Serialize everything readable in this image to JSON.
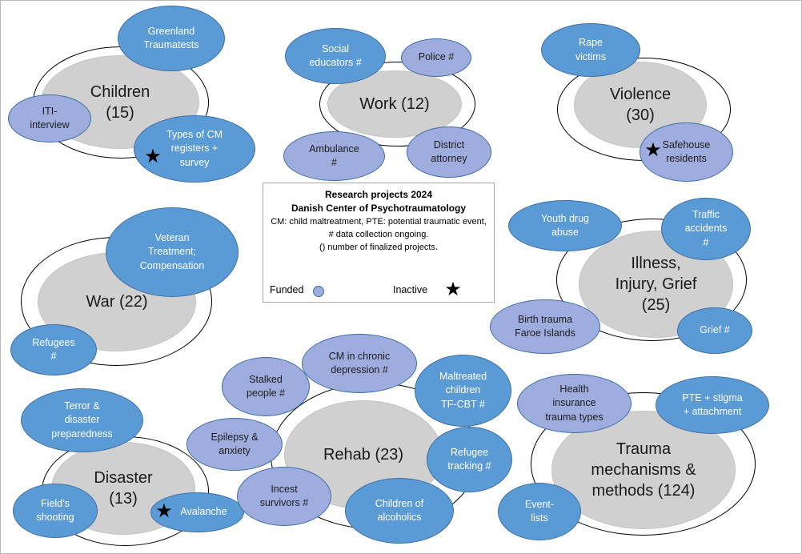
{
  "legend": {
    "title_line1": "Research projects 2024",
    "title_line2": "Danish Center of Psychotraumatology",
    "note_line1": "CM: child maltreatment, PTE: potential traumatic event,",
    "note_line2": "# data collection ongoing.",
    "note_line3": "() number of finalized projects.",
    "funded_label": "Funded",
    "inactive_label": "Inactive",
    "funded_color": "#9eadde",
    "unfunded_color": "#5b9bd5"
  },
  "clusters": {
    "children": {
      "label": "Children\n(15)",
      "count": 15
    },
    "work": {
      "label": "Work (12)",
      "count": 12
    },
    "violence": {
      "label": "Violence\n(30)",
      "count": 30
    },
    "war": {
      "label": "War (22)",
      "count": 22
    },
    "illness": {
      "label": "Illness,\nInjury, Grief\n(25)",
      "count": 25
    },
    "disaster": {
      "label": "Disaster\n(13)",
      "count": 13
    },
    "rehab": {
      "label": "Rehab (23)",
      "count": 23
    },
    "trauma": {
      "label": "Trauma\nmechanisms &\nmethods (124)",
      "count": 124
    }
  },
  "projects": {
    "greenland": {
      "label": "Greenland\nTraumatests",
      "funded": false
    },
    "iti": {
      "label": "ITI-\ninterview",
      "funded": true
    },
    "cm_registers": {
      "label": "Types of CM\nregisters +\nsurvey",
      "funded": false,
      "inactive": true
    },
    "social_educators": {
      "label": "Social\neducators #",
      "funded": false
    },
    "police": {
      "label": "Police #",
      "funded": true
    },
    "ambulance": {
      "label": "Ambulance\n#",
      "funded": true
    },
    "district_attorney": {
      "label": "District\nattorney",
      "funded": true
    },
    "rape_victims": {
      "label": "Rape\nvictims",
      "funded": false
    },
    "safehouse": {
      "label": "Safehouse\nresidents",
      "funded": true,
      "inactive": true
    },
    "veteran": {
      "label": "Veteran\nTreatment;\nCompensation",
      "funded": false
    },
    "refugees": {
      "label": "Refugees\n#",
      "funded": false
    },
    "youth_drug": {
      "label": "Youth drug\nabuse",
      "funded": false
    },
    "traffic": {
      "label": "Traffic\naccidents\n#",
      "funded": false
    },
    "birth_trauma": {
      "label": "Birth trauma\nFaroe Islands",
      "funded": true
    },
    "grief": {
      "label": "Grief #",
      "funded": false
    },
    "terror": {
      "label": "Terror &\ndisaster\npreparedness",
      "funded": false
    },
    "fields_shooting": {
      "label": "Field’s\nshooting",
      "funded": false
    },
    "avalanche": {
      "label": "Avalanche",
      "funded": false,
      "inactive": true
    },
    "cm_depression": {
      "label": "CM in chronic\ndepression #",
      "funded": true
    },
    "stalked": {
      "label": "Stalked\npeople #",
      "funded": true
    },
    "maltreated": {
      "label": "Maltreated\nchildren\nTF-CBT #",
      "funded": false
    },
    "epilepsy": {
      "label": "Epilepsy &\nanxiety",
      "funded": true
    },
    "refugee_tracking": {
      "label": "Refugee\ntracking #",
      "funded": false
    },
    "incest": {
      "label": "Incest\nsurvivors #",
      "funded": true
    },
    "alcoholics": {
      "label": "Children of\nalcoholics",
      "funded": false
    },
    "health_insurance": {
      "label": "Health\ninsurance\ntrauma types",
      "funded": true
    },
    "pte_stigma": {
      "label": "PTE + stigma\n+ attachment",
      "funded": false
    },
    "event_lists": {
      "label": "Event-\nlists",
      "funded": false
    }
  }
}
